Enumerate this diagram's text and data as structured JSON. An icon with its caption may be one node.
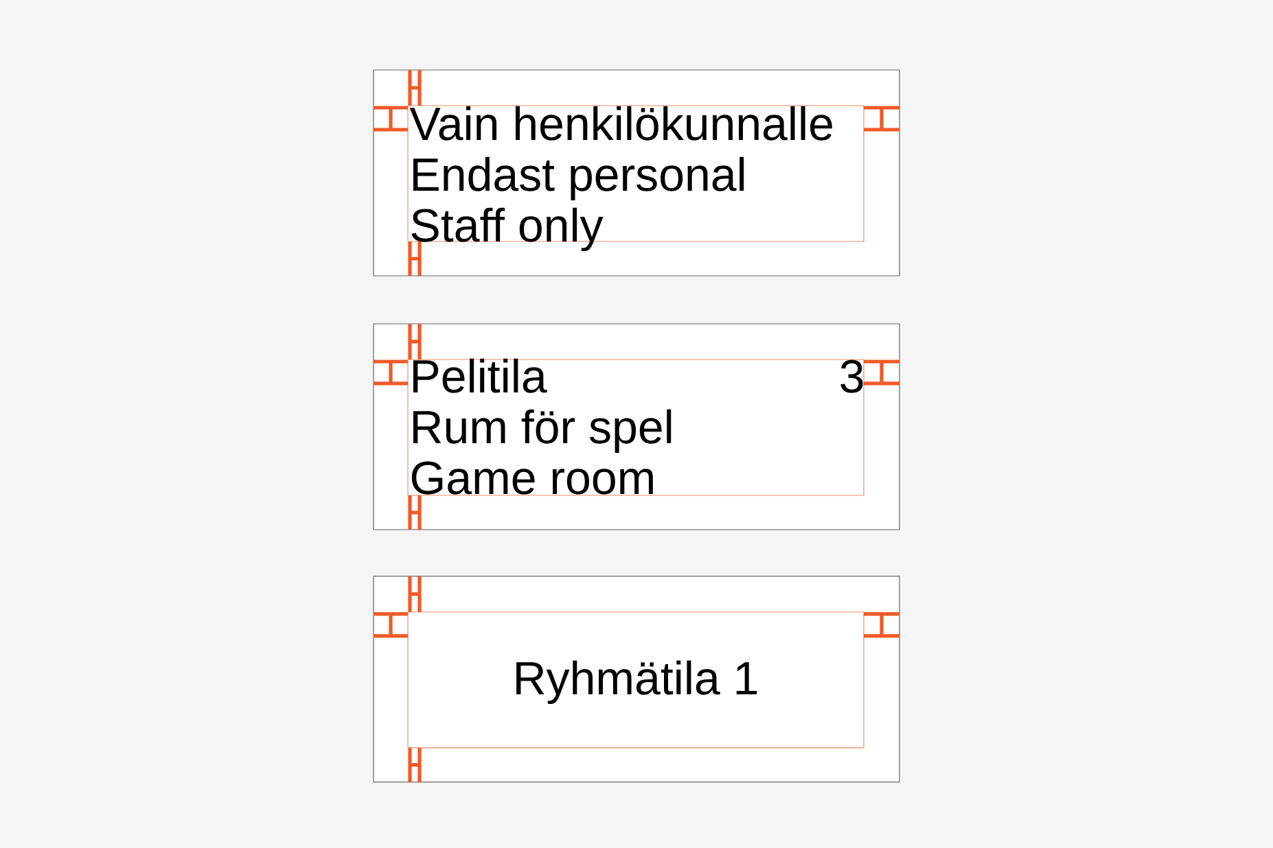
{
  "diagram": {
    "nodes": [
      {
        "text": [
          "Vain henkilökunnalle",
          "Endast personal",
          "Staff only"
        ]
      },
      {
        "text": [
          "Pelitila",
          "3",
          "Rum för spel",
          "Game room"
        ]
      },
      {
        "text": [
          "Ryhmätila 1"
        ]
      }
    ]
  }
}
